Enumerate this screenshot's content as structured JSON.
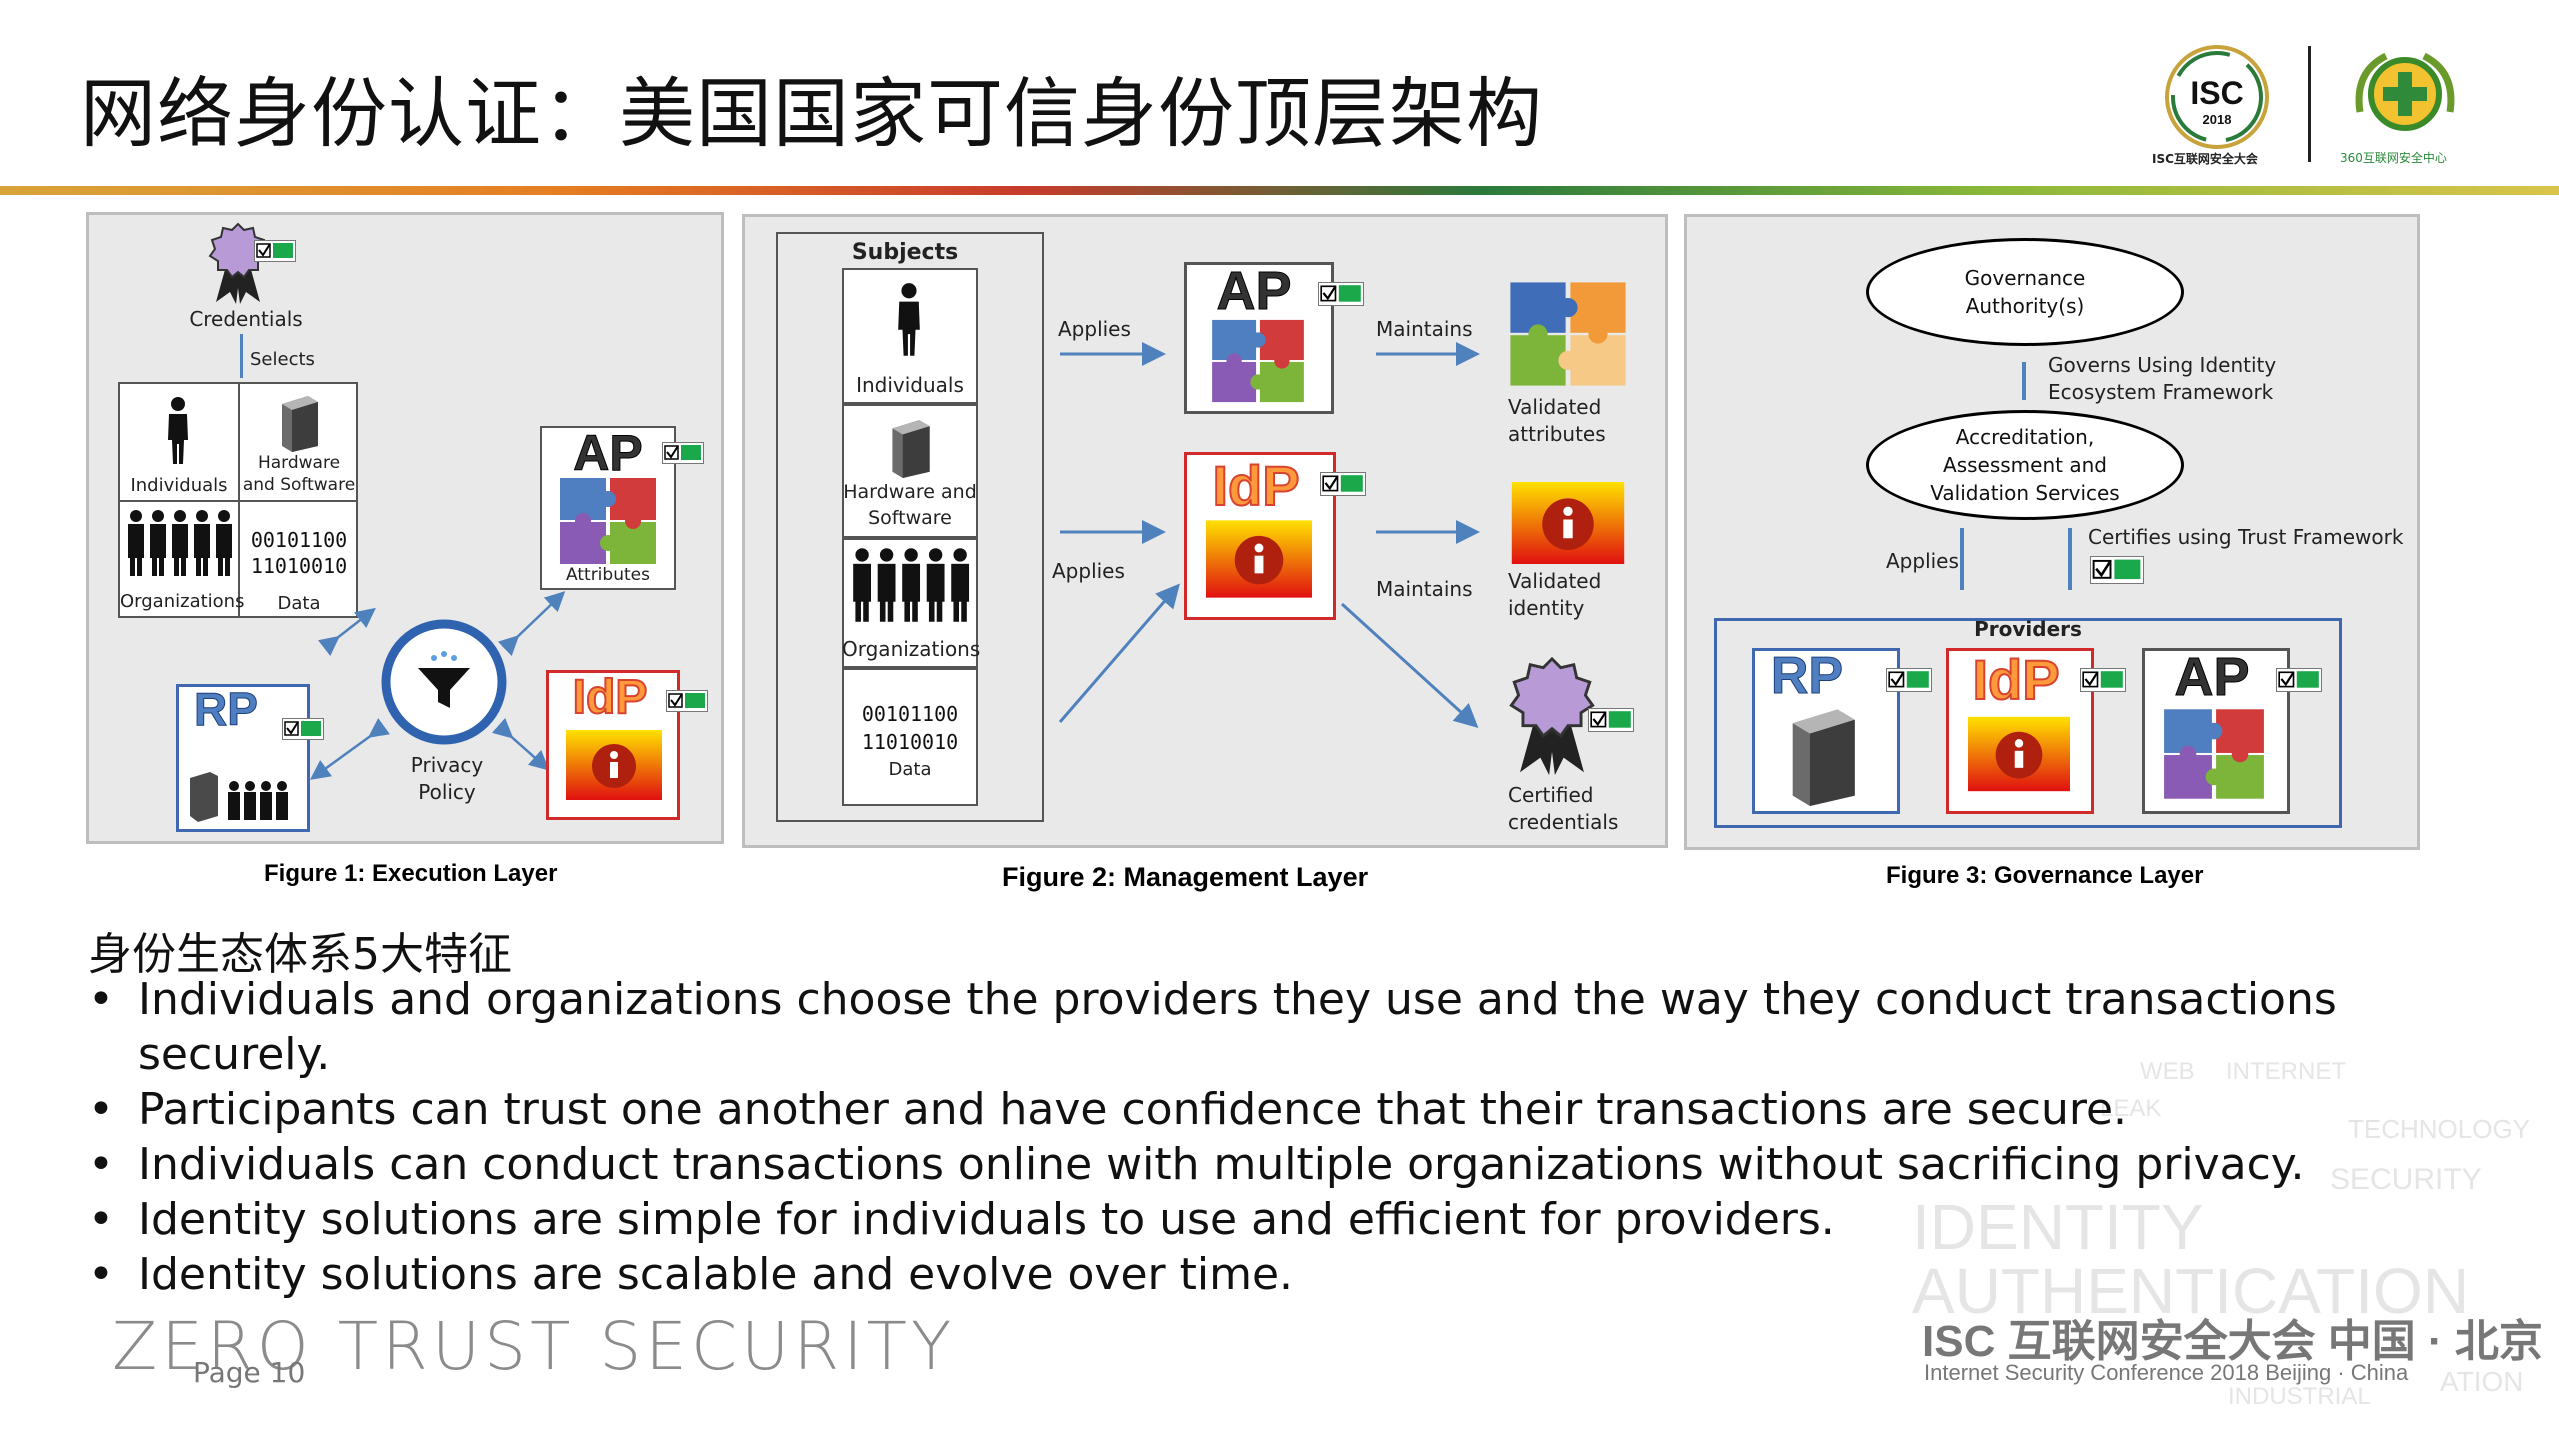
{
  "title": "网络身份认证：美国国家可信身份顶层架构",
  "logos": {
    "isc_main": "ISC",
    "isc_year": "2018",
    "isc_sub": "ISC互联网安全大会",
    "center_sub": "360互联网安全中心"
  },
  "figure1": {
    "caption": "Figure 1: Execution Layer",
    "credentials": "Credentials",
    "selects": "Selects",
    "individuals": "Individuals",
    "hardware": "Hardware and Software",
    "organizations": "Organizations",
    "data_bits1": "00101100",
    "data_bits2": "11010010",
    "data": "Data",
    "ap": "AP",
    "attributes": "Attributes",
    "privacy": "Privacy Policy",
    "rp": "RP",
    "idp": "IdP"
  },
  "figure2": {
    "caption": "Figure 2: Management Layer",
    "subjects": "Subjects",
    "individuals": "Individuals",
    "hardware": "Hardware and Software",
    "organizations": "Organizations",
    "data_bits1": "00101100",
    "data_bits2": "11010010",
    "data": "Data",
    "applies1": "Applies",
    "applies2": "Applies",
    "maintains1": "Maintains",
    "maintains2": "Maintains",
    "ap": "AP",
    "idp": "IdP",
    "validated_attributes": "Validated attributes",
    "validated_identity": "Validated identity",
    "certified_credentials": "Certified credentials"
  },
  "figure3": {
    "caption": "Figure 3: Governance Layer",
    "governance": "Governance Authority(s)",
    "governs": "Governs Using Identity Ecosystem Framework",
    "accreditation": "Accreditation, Assessment and Validation Services",
    "applies": "Applies",
    "certifies": "Certifies using  Trust Framework",
    "providers": "Providers",
    "rp": "RP",
    "idp": "IdP",
    "ap": "AP"
  },
  "subhead": "身份生态体系5大特征",
  "bullets": [
    "Individuals and organizations choose the providers they use and the way they conduct transactions securely.",
    "Participants can trust one another and have confidence that their transactions are secure.",
    "Individuals can conduct transactions online with multiple organizations without sacrificing privacy.",
    "Identity solutions are simple for individuals to use and efficient for providers.",
    "Identity solutions are scalable and evolve over time."
  ],
  "footer": {
    "zero_trust": "ZERO TRUST SECURITY",
    "page": "Page 10",
    "isc_cn": "ISC 互联网安全大会 中国 · 北京",
    "isc_en": "Internet Security Conference 2018  Beijing · China"
  },
  "watermark": {
    "w1": "WEB",
    "w2": "INTERNET",
    "w3": "LEAK",
    "w4": "TECHNOLOGY",
    "w5": "SECURITY",
    "w6": "IDENTITY",
    "w7": "AUTHENTICATION",
    "w8": "INDUSTRIAL",
    "w9": "ATION"
  },
  "colors": {
    "accent_blue": "#4f81bd",
    "idp_red": "#d12a2a",
    "trust_green": "#1aa84b"
  }
}
